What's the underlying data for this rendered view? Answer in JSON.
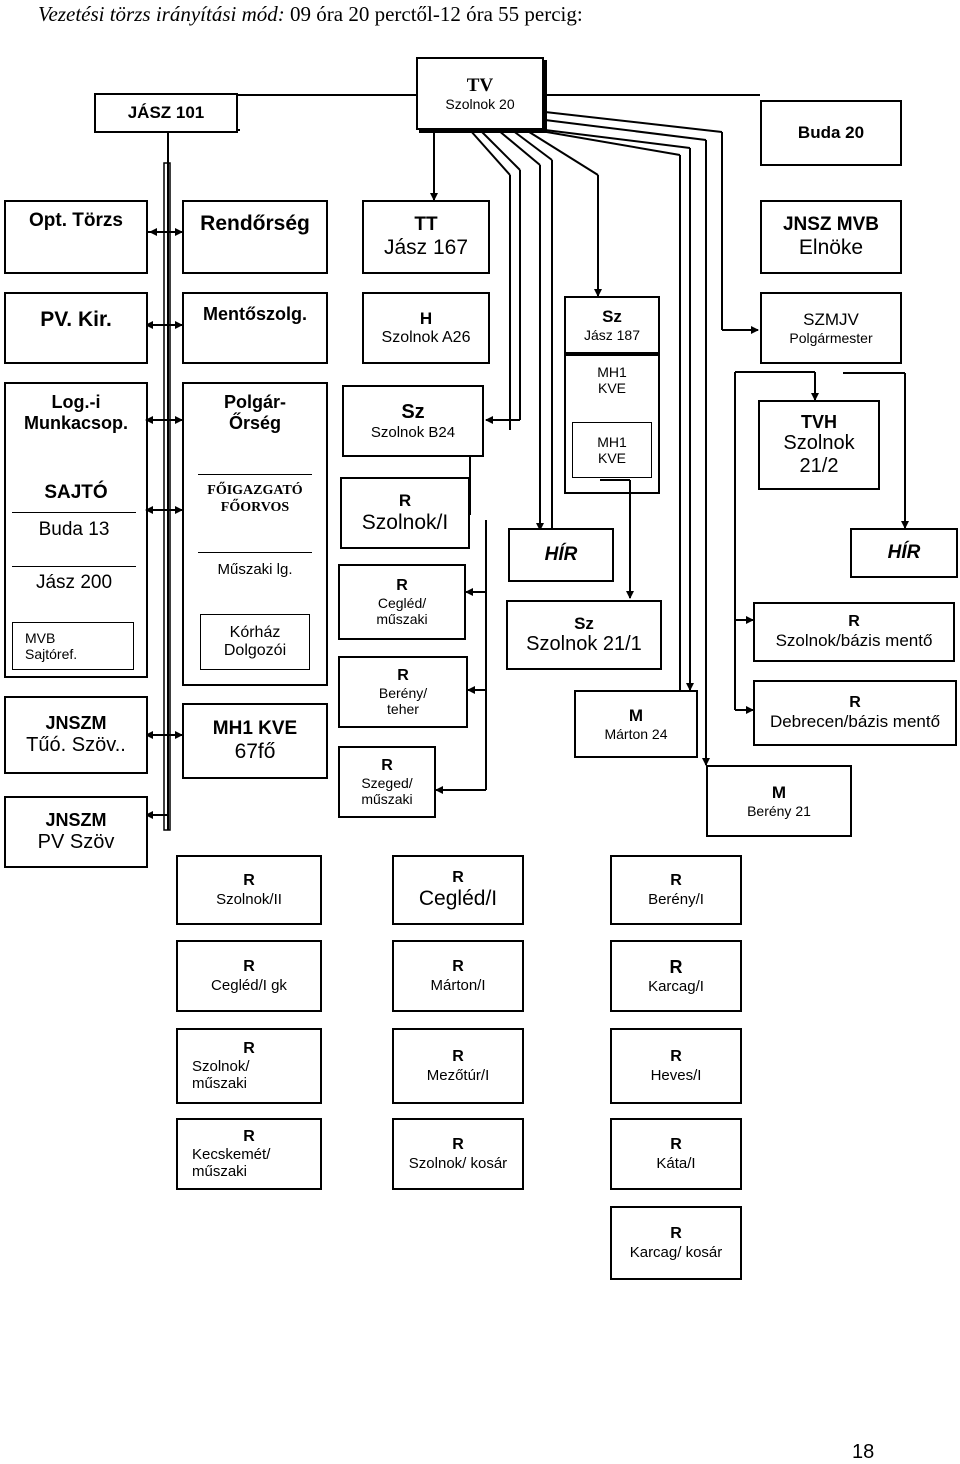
{
  "header": {
    "label": "Vezetési törzs irányítási mód:",
    "text": " 09 óra 20 perctől-12 óra 55 percig:"
  },
  "page_number": "18",
  "nodes": {
    "tv": {
      "l1": "TV",
      "l2": "Szolnok 20"
    },
    "jasz101": {
      "l1": "JÁSZ 101"
    },
    "buda20": {
      "l1": "Buda 20"
    },
    "opt_torzs": {
      "l1": "Opt. Törzs"
    },
    "rendorseg": {
      "l1": "Rendőrség"
    },
    "tt": {
      "l1": "TT",
      "l2": "Jász 167"
    },
    "jnsz_mvb": {
      "l1": "JNSZ MVB",
      "l2": "Elnöke"
    },
    "pv_kir": {
      "l1": "PV. Kir."
    },
    "mentoszolg": {
      "l1": "Mentőszolg."
    },
    "h_szolnok": {
      "l1": "H",
      "l2": "Szolnok A26"
    },
    "sz_jasz": {
      "l1": "Sz",
      "l2": "Jász 187"
    },
    "szmjv": {
      "l1": "SZMJV",
      "l2": "Polgármester"
    },
    "log_munkacsop": {
      "l1": "Log.-i",
      "l2": "Munkacsop."
    },
    "polgar_orseg": {
      "l1": "Polgár-",
      "l2": "Őrség"
    },
    "sz_b24": {
      "l1": "Sz",
      "l2": "Szolnok B24"
    },
    "mh1_kve_a": {
      "l1": "MH1",
      "l2": "KVE"
    },
    "mh1_kve_b": {
      "l1": "MH1",
      "l2": "KVE"
    },
    "tvh": {
      "l1": "TVH",
      "l2": "Szolnok",
      "l3": "21/2"
    },
    "sajto": {
      "l1": "SAJTÓ"
    },
    "buda13": {
      "l1": "Buda 13"
    },
    "jasz200": {
      "l1": "Jász 200"
    },
    "mvb_sajto": {
      "l1": "MVB",
      "l2": "Sajtóref."
    },
    "foigazgato": {
      "l1": "FŐIGAZGATÓ",
      "l2": "FŐORVOS"
    },
    "muszaki_lg": {
      "l1": "Műszaki lg."
    },
    "korhaz": {
      "l1": "Kórház",
      "l2": "Dolgozói"
    },
    "mh1_kve_67": {
      "l1": "MH1 KVE",
      "l2": "67fő"
    },
    "r_szolnok_i": {
      "l1": "R",
      "l2": "Szolnok/I"
    },
    "r_cegled_m": {
      "l1": "R",
      "l2": "Cegléd/",
      "l3": "műszaki"
    },
    "r_bereny_t": {
      "l1": "R",
      "l2": "Berény/",
      "l3": "teher"
    },
    "r_szeged_m": {
      "l1": "R",
      "l2": "Szeged/",
      "l3": "műszaki"
    },
    "hir_a": {
      "l1": "HÍR"
    },
    "hir_b": {
      "l1": "HÍR"
    },
    "sz_21_1": {
      "l1": "Sz",
      "l2": "Szolnok 21/1"
    },
    "r_bazis_szolnok": {
      "l1": "R",
      "l2": "Szolnok/bázis mentő"
    },
    "r_bazis_debrecen": {
      "l1": "R",
      "l2": "Debrecen/bázis mentő"
    },
    "m_marton": {
      "l1": "M",
      "l2": "Márton 24"
    },
    "m_bereny": {
      "l1": "M",
      "l2": "Berény 21"
    },
    "jnszm_tuo": {
      "l1": "JNSZM",
      "l2": "Tűó. Szöv.."
    },
    "jnszm_pv": {
      "l1": "JNSZM",
      "l2": "PV Szöv"
    },
    "r_szolnok_ii": {
      "l1": "R",
      "l2": "Szolnok/II"
    },
    "r_cegled_i": {
      "l1": "R",
      "l2": "Cegléd/I"
    },
    "r_bereny_i": {
      "l1": "R",
      "l2": "Berény/I"
    },
    "r_cegled_gk": {
      "l1": "R",
      "l2": "Cegléd/I gk"
    },
    "r_marton_i": {
      "l1": "R",
      "l2": "Márton/I"
    },
    "r_karcag_i": {
      "l1": "R",
      "l2": "Karcag/I"
    },
    "r_szolnok_m": {
      "l1": "R",
      "l2": "Szolnok/",
      "l3": "műszaki"
    },
    "r_mezotur": {
      "l1": "R",
      "l2": "Mezőtúr/I"
    },
    "r_heves": {
      "l1": "R",
      "l2": "Heves/I"
    },
    "r_kecskemet": {
      "l1": "R",
      "l2": "Kecskemét/",
      "l3": "műszaki"
    },
    "r_szolnok_kosar": {
      "l1": "R",
      "l2": "Szolnok/ kosár"
    },
    "r_kata": {
      "l1": "R",
      "l2": "Káta/I"
    },
    "r_karcag_kosar": {
      "l1": "R",
      "l2": "Karcag/ kosár"
    }
  }
}
